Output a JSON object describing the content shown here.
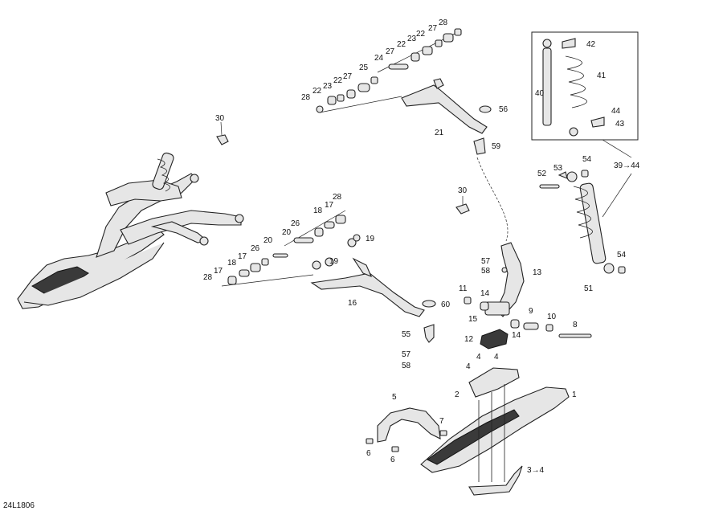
{
  "diagram_ref": "24L1806",
  "labels": {
    "l1": "1",
    "l2": "2",
    "l3to4": "3→4",
    "l4a": "4",
    "l4b": "4",
    "l4c": "4",
    "l5": "5",
    "l6a": "6",
    "l6b": "6",
    "l7": "7",
    "l8": "8",
    "l9": "9",
    "l10": "10",
    "l11": "11",
    "l12": "12",
    "l13": "13",
    "l14a": "14",
    "l14b": "14",
    "l15": "15",
    "l16": "16",
    "l17a": "17",
    "l17b": "17",
    "l17c": "17",
    "l18a": "18",
    "l18b": "18",
    "l19a": "19",
    "l19b": "19",
    "l20a": "20",
    "l20b": "20",
    "l21": "21",
    "l22a": "22",
    "l22b": "22",
    "l22c": "22",
    "l22d": "22",
    "l23a": "23",
    "l23b": "23",
    "l24": "24",
    "l25": "25",
    "l26a": "26",
    "l26b": "26",
    "l27a": "27",
    "l27b": "27",
    "l27c": "27",
    "l28a": "28",
    "l28b": "28",
    "l28c": "28",
    "l28d": "28",
    "l30a": "30",
    "l30b": "30",
    "l39to44": "39→44",
    "l40": "40",
    "l41": "41",
    "l42": "42",
    "l43": "43",
    "l44": "44",
    "l51": "51",
    "l52": "52",
    "l53": "53",
    "l54a": "54",
    "l54b": "54",
    "l55": "55",
    "l56": "56",
    "l57a": "57",
    "l57b": "57",
    "l58a": "58",
    "l58b": "58",
    "l59": "59",
    "l60": "60"
  }
}
